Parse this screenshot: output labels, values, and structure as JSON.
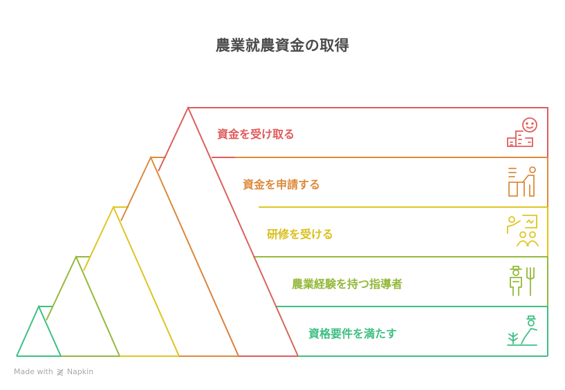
{
  "title": "農業就農資金の取得",
  "colors": {
    "red": "#e05a5a",
    "orange": "#dd8a3a",
    "yellow": "#e0c520",
    "yellowgreen": "#93b83a",
    "green": "#3dbf82",
    "title": "#4a4a4a",
    "footer": "#a8a8a8"
  },
  "levels": [
    {
      "label": "資金を受け取る",
      "icon": "happy-building-icon",
      "color": "#e05a5a"
    },
    {
      "label": "資金を申請する",
      "icon": "person-at-desk-icon",
      "color": "#dd8a3a"
    },
    {
      "label": "研修を受ける",
      "icon": "presentation-training-icon",
      "color": "#e0c520"
    },
    {
      "label": "農業経験を持つ指導者",
      "icon": "farmer-pitchfork-icon",
      "color": "#93b83a"
    },
    {
      "label": "資格要件を満たす",
      "icon": "farmer-planting-icon",
      "color": "#3dbf82"
    }
  ],
  "footer": {
    "made_with": "Made with",
    "brand": "Napkin"
  }
}
